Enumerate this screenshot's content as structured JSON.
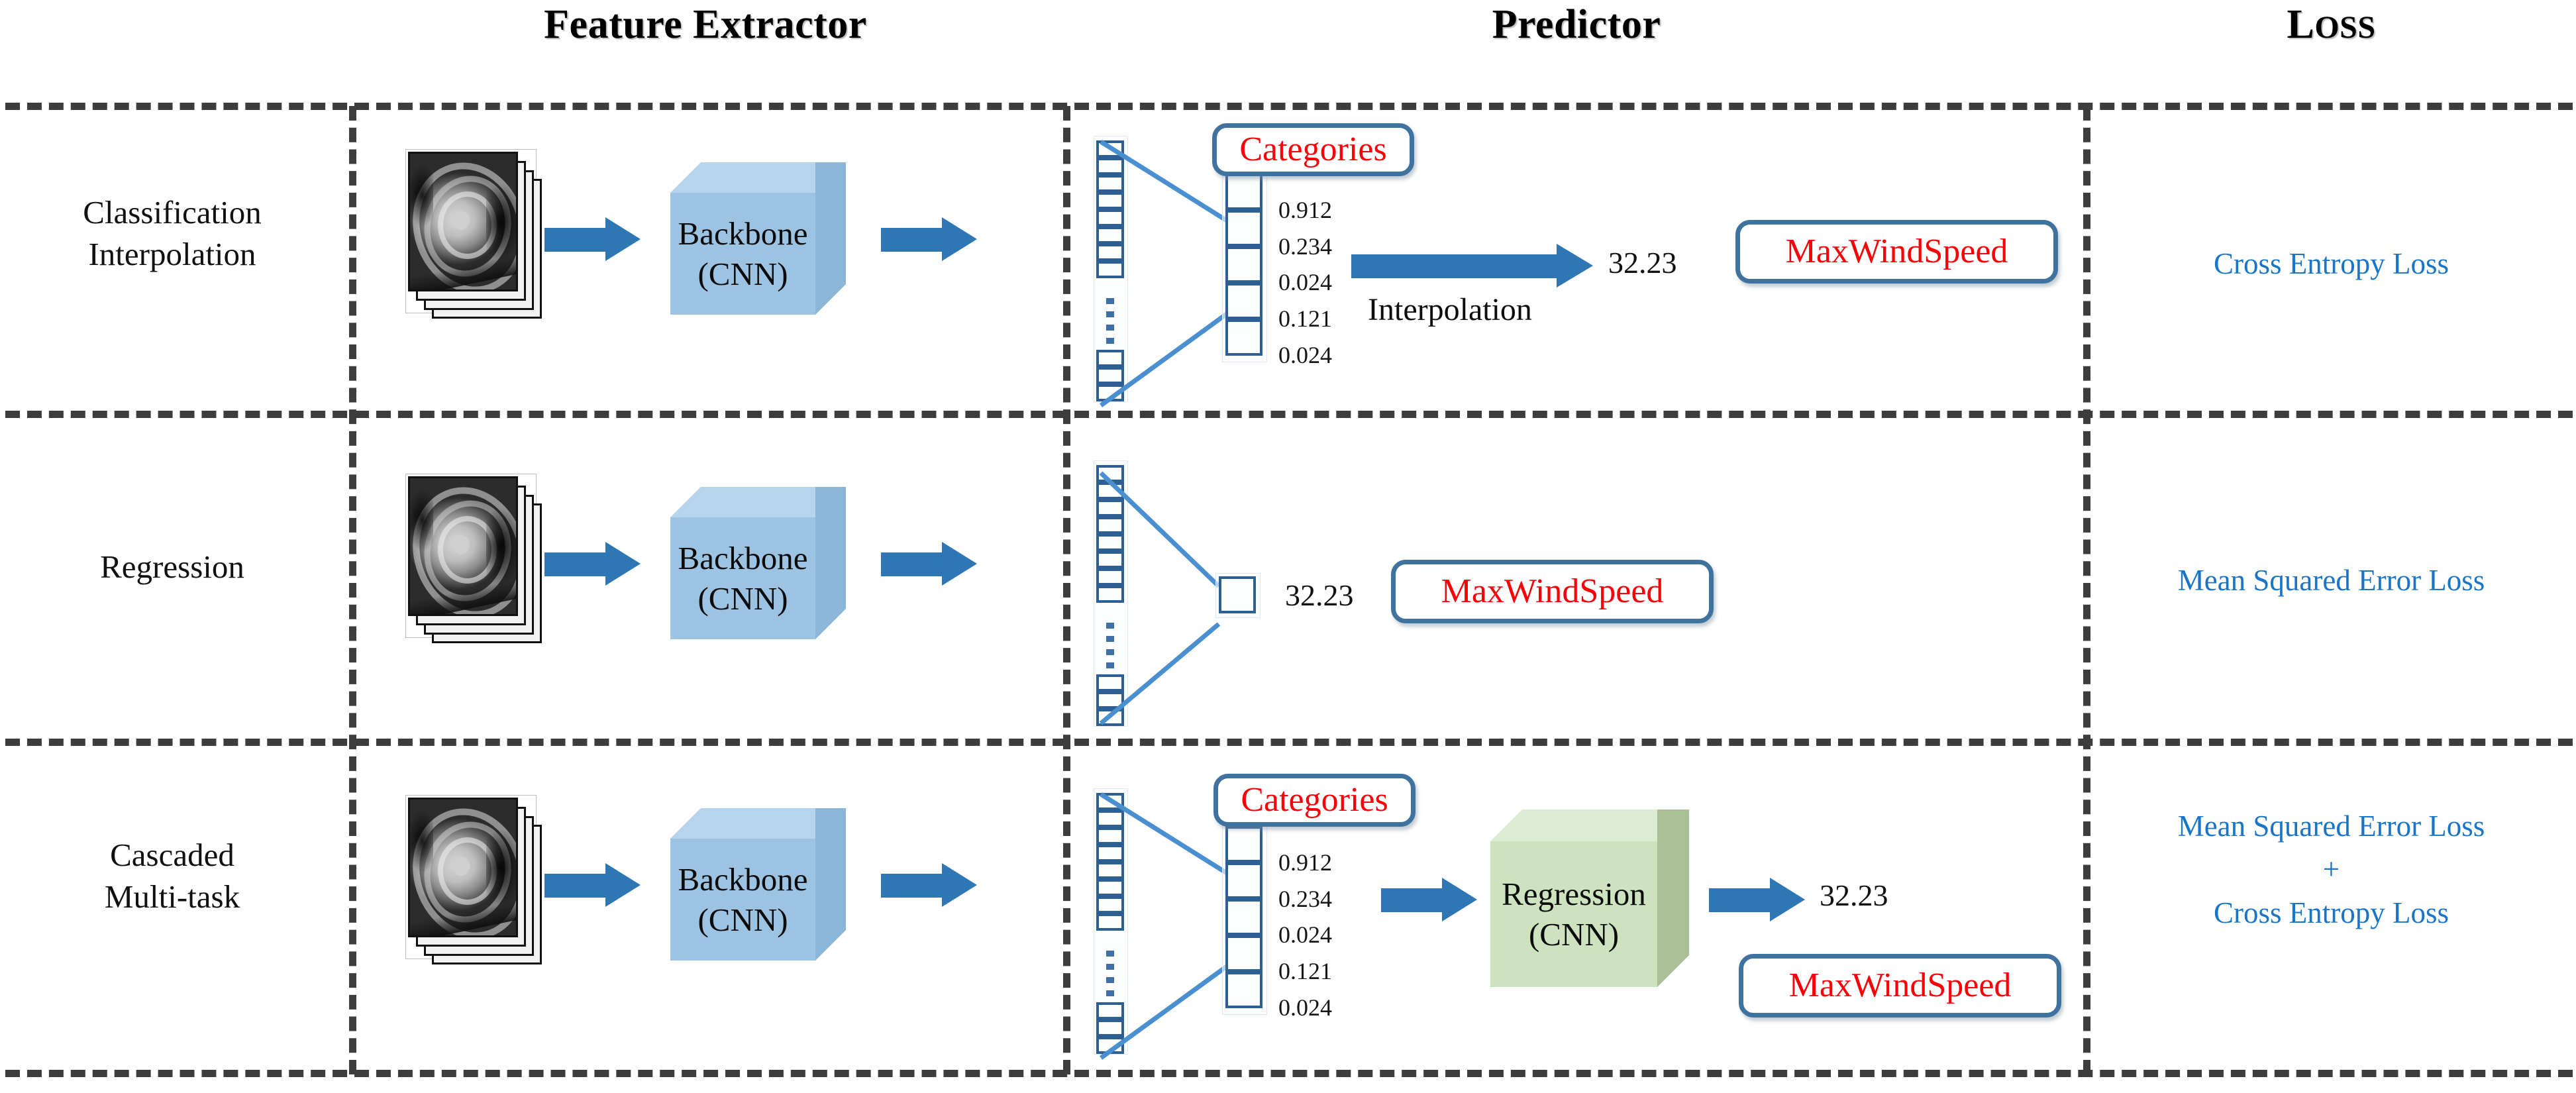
{
  "headers": {
    "feature_extractor": "Feature Extractor",
    "predictor": "Predictor",
    "loss": "Loss",
    "loss_first": "L",
    "loss_rest": "OSS"
  },
  "rows": [
    {
      "id": "classification-interpolation",
      "label_line1": "Classification",
      "label_line2": "Interpolation",
      "backbone": {
        "line1": "Backbone",
        "line2": "(CNN)",
        "color": "#9dc3e3"
      },
      "categories_badge": "Categories",
      "probabilities": [
        "0.912",
        "0.234",
        "0.024",
        "0.121",
        "0.024"
      ],
      "interpolation_caption": "Interpolation",
      "output_value": "32.23",
      "output_badge": "MaxWindSpeed",
      "loss_lines": [
        "Cross Entropy Loss"
      ]
    },
    {
      "id": "regression",
      "label_line1": "Regression",
      "label_line2": "",
      "backbone": {
        "line1": "Backbone",
        "line2": "(CNN)",
        "color": "#9dc3e3"
      },
      "categories_badge": "",
      "probabilities": [],
      "interpolation_caption": "",
      "output_value": "32.23",
      "output_badge": "MaxWindSpeed",
      "loss_lines": [
        "Mean Squared Error Loss"
      ]
    },
    {
      "id": "cascaded-multi-task",
      "label_line1": "Cascaded",
      "label_line2": "Multi-task",
      "backbone": {
        "line1": "Backbone",
        "line2": "(CNN)",
        "color": "#9dc3e3"
      },
      "regression_box": {
        "line1": "Regression",
        "line2": "(CNN)",
        "color": "#cde3bf"
      },
      "categories_badge": "Categories",
      "probabilities": [
        "0.912",
        "0.234",
        "0.024",
        "0.121",
        "0.024"
      ],
      "interpolation_caption": "",
      "output_value": "32.23",
      "output_badge": "MaxWindSpeed",
      "loss_lines": [
        "Mean Squared Error Loss",
        "+",
        "Cross Entropy Loss"
      ]
    }
  ],
  "colors": {
    "arrow_blue": "#2e76b4",
    "backbone_blue": "#9dc3e3",
    "regression_green": "#cde3bf",
    "badge_border": "#3f729f",
    "badge_text_red": "#fb0007",
    "loss_text_blue": "#1a75c6",
    "grid_dash": "#3d3d3d",
    "cell_border": "#2e5f93",
    "connector_blue": "#4a8fd0"
  },
  "grid": {
    "h_lines_y": [
      155,
      620,
      1115,
      1615
    ],
    "v_lines_x": [
      527,
      1605,
      3145
    ]
  },
  "icons": {
    "satellite_image_stack": "satellite-image-stack-icon",
    "arrow_right": "arrow-right-icon",
    "cube": "cube-icon"
  }
}
